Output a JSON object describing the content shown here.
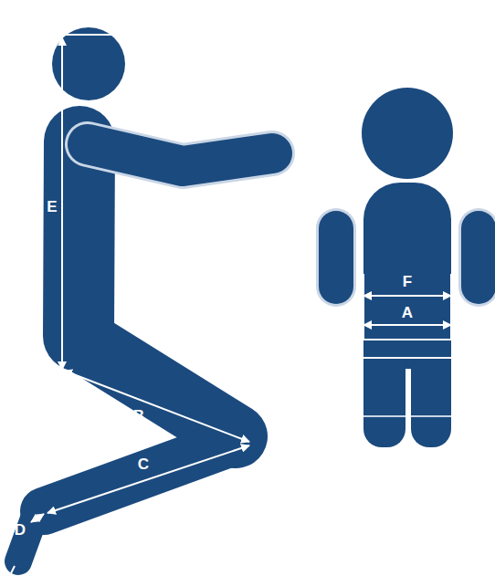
{
  "diagram": {
    "labels": [
      "E",
      "B",
      "C",
      "D",
      "F",
      "A"
    ]
  }
}
